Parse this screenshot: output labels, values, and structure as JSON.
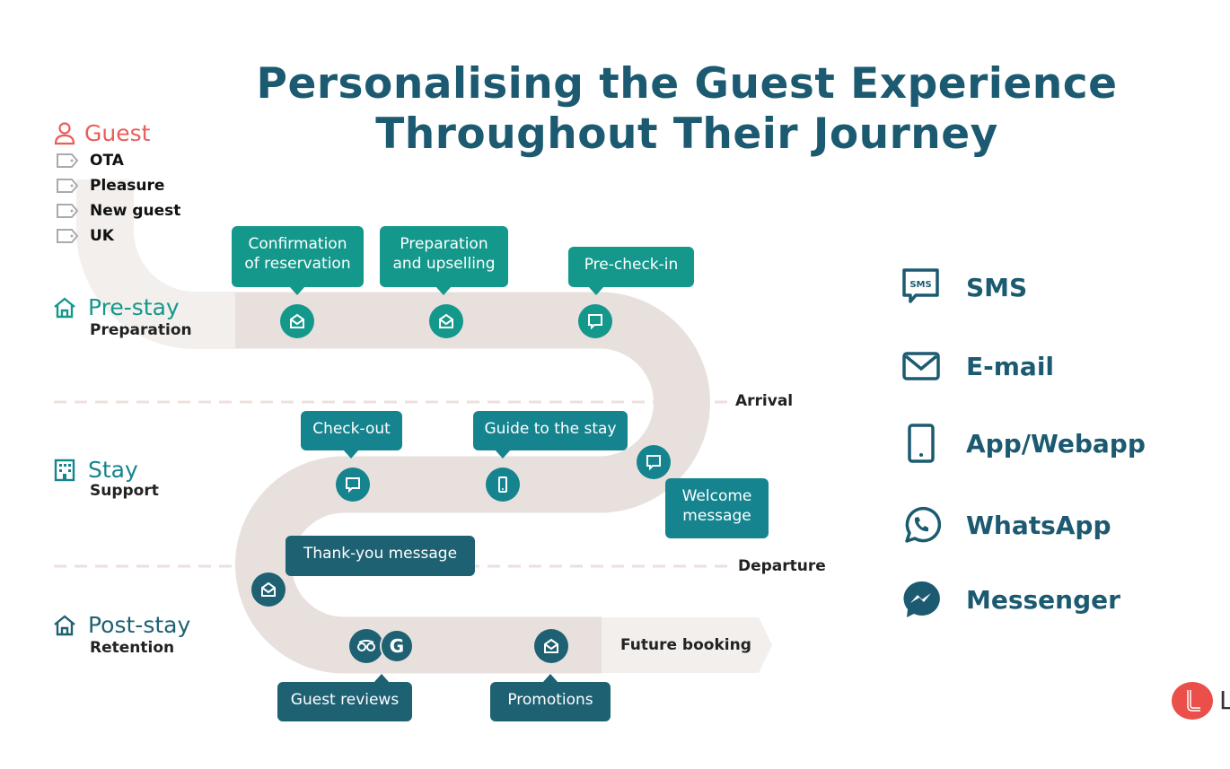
{
  "title_line1": "Personalising the Guest Experience",
  "title_line2": "Throughout Their Journey",
  "guest": {
    "label": "Guest",
    "tags": [
      "OTA",
      "Pleasure",
      "New guest",
      "UK"
    ]
  },
  "stages": [
    {
      "name": "Pre-stay",
      "sub": "Preparation",
      "icon": "home-icon"
    },
    {
      "name": "Stay",
      "sub": "Support",
      "icon": "hotel-icon"
    },
    {
      "name": "Post-stay",
      "sub": "Retention",
      "icon": "home-icon"
    }
  ],
  "callouts": {
    "confirmation": "Confirmation of reservation",
    "preparation": "Preparation and upselling",
    "precheckin": "Pre-check-in",
    "checkout": "Check-out",
    "guide": "Guide to the stay",
    "welcome": "Welcome message",
    "thankyou": "Thank-you message",
    "reviews": "Guest reviews",
    "promotions": "Promotions"
  },
  "milestones": {
    "arrival": "Arrival",
    "departure": "Departure",
    "future": "Future booking"
  },
  "legend": [
    {
      "label": "SMS",
      "icon": "sms-icon"
    },
    {
      "label": "E-mail",
      "icon": "email-icon"
    },
    {
      "label": "App/Webapp",
      "icon": "phone-icon"
    },
    {
      "label": "WhatsApp",
      "icon": "whatsapp-icon"
    },
    {
      "label": "Messenger",
      "icon": "messenger-icon"
    }
  ],
  "logo": {
    "letter": "L"
  },
  "colors": {
    "title": "#1b5a70",
    "guest": "#ea5d5a",
    "prestay": "#14988b",
    "stay": "#15848f",
    "poststay": "#1e6172",
    "road": "#e8e0dd"
  }
}
